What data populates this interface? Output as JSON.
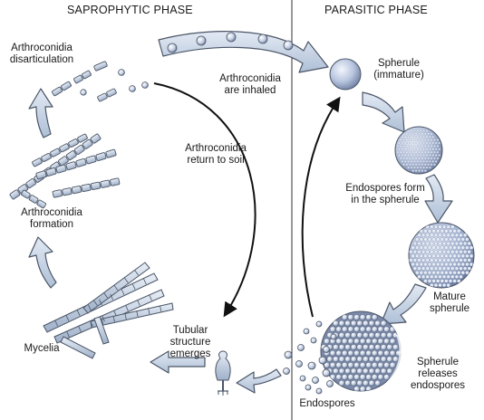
{
  "phases": {
    "saprophytic": "SAPROPHYTIC PHASE",
    "parasitic": "PARASITIC PHASE"
  },
  "labels": {
    "disarticulation": "Arthroconidia\ndisarticulation",
    "inhaled": "Arthroconidia\nare inhaled",
    "return_to_soil": "Arthroconidia\nreturn to soil",
    "formation": "Arthroconidia\nformation",
    "mycelia": "Mycelia",
    "tubular": "Tubular\nstructure\nemerges",
    "spherule_immature": "Spherule\n(immature)",
    "endospores_form": "Endospores form\nin the spherule",
    "mature_spherule": "Mature\nspherule",
    "spherule_releases": "Spherule\nreleases\nendospores",
    "endospores": "Endospores"
  },
  "colors": {
    "arrow_fill": "#c9d6e8",
    "arrow_stroke": "#4a5566",
    "sphere_light": "#e6ecf8",
    "sphere_dark": "#7787a8",
    "divider": "#333333"
  }
}
